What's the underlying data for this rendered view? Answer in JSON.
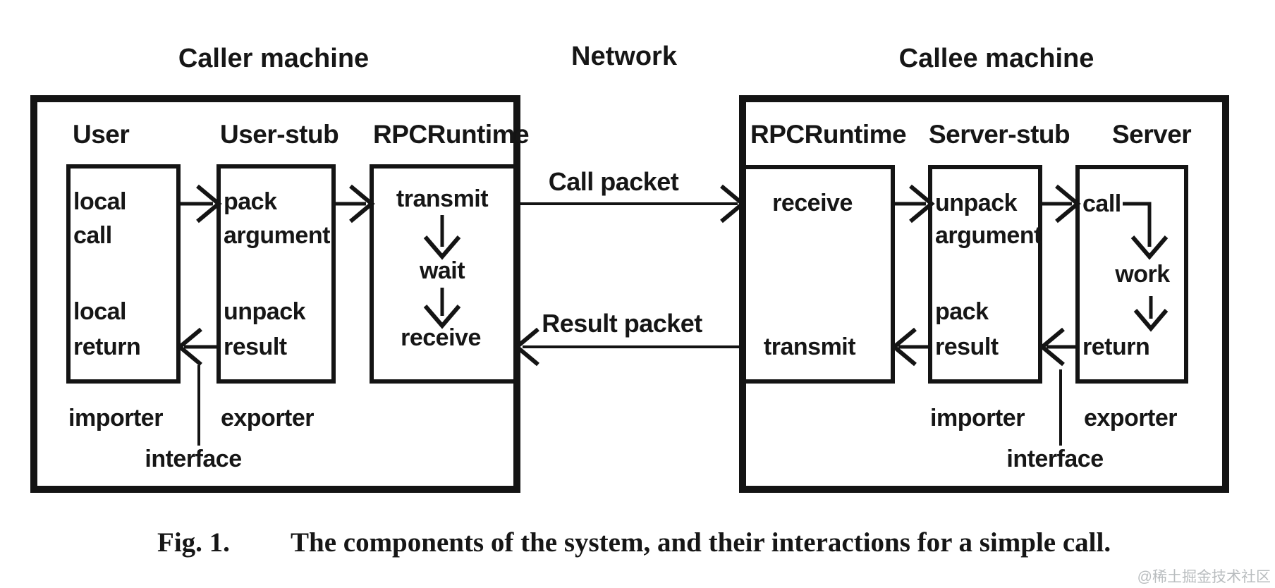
{
  "colors": {
    "ink": "#141414",
    "background": "#ffffff",
    "watermark": "#b9bdbf"
  },
  "titles": {
    "caller_machine": "Caller machine",
    "network": "Network",
    "callee_machine": "Callee machine"
  },
  "caller_machine": {
    "headers": [
      "User",
      "User-stub",
      "RPCRuntime"
    ],
    "user_box": {
      "lines_top": [
        "local",
        "call"
      ],
      "lines_bottom": [
        "local",
        "return"
      ]
    },
    "user_stub_box": {
      "lines_top": [
        "pack",
        "argument"
      ],
      "lines_bottom": [
        "unpack",
        "result"
      ]
    },
    "rpc_runtime_box": {
      "steps": [
        "transmit",
        "wait",
        "receive"
      ]
    },
    "footer": {
      "importer": "importer",
      "exporter": "exporter",
      "interface": "interface"
    }
  },
  "network": {
    "call_packet_label": "Call packet",
    "result_packet_label": "Result packet"
  },
  "callee_machine": {
    "headers": [
      "RPCRuntime",
      "Server-stub",
      "Server"
    ],
    "rpc_runtime_box": {
      "top": "receive",
      "bottom": "transmit"
    },
    "server_stub_box": {
      "lines_top": [
        "unpack",
        "argument"
      ],
      "lines_bottom": [
        "pack",
        "result"
      ]
    },
    "server_box": {
      "top": "call",
      "middle": "work",
      "bottom": "return"
    },
    "footer": {
      "importer": "importer",
      "exporter": "exporter",
      "interface": "interface"
    }
  },
  "caption": {
    "figure_label": "Fig. 1.",
    "text": "The components of the system, and their interactions for a simple call."
  },
  "watermark": "@稀土掘金技术社区"
}
